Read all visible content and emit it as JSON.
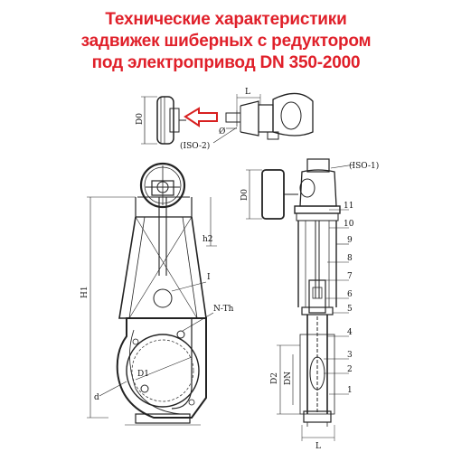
{
  "title": {
    "line1": "Технические характеристики",
    "line2": "задвижек шиберных с редуктором",
    "line3": "под электропривод DN 350-2000"
  },
  "colors": {
    "title": "#e0202a",
    "drawing": "#222222",
    "arrow": "#d82020"
  },
  "labels": {
    "D0_top": "D0",
    "L_top": "L",
    "phi": "Ø",
    "iso2": "(ISO-2)",
    "iso1": "(ISO-1)",
    "D0_side": "D0",
    "h2": "h2",
    "H1": "H1",
    "I": "I",
    "NTh": "N-Th",
    "D1": "D1",
    "d": "d",
    "D2": "D2",
    "DN": "DN",
    "L_bottom": "L",
    "n11": "11",
    "n10": "10",
    "n9": "9",
    "n8": "8",
    "n7": "7",
    "n6": "6",
    "n5": "5",
    "n4": "4",
    "n3": "3",
    "n2": "2",
    "n1": "1"
  }
}
